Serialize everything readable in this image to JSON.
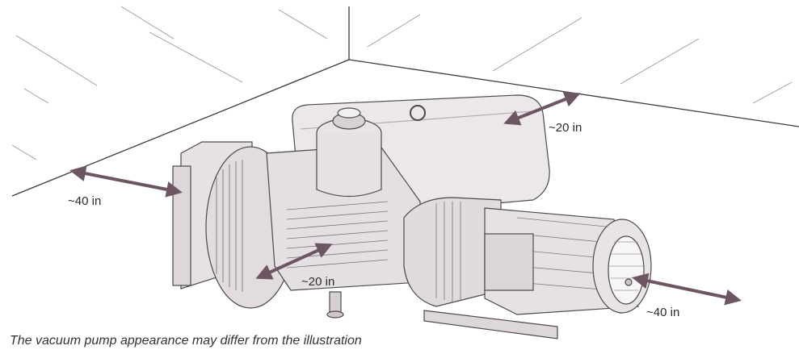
{
  "clearances": {
    "rear": "~20 in",
    "left_side": "~40 in",
    "front": "~20 in",
    "right_side": "~40 in"
  },
  "caption": "The vacuum pump appearance may differ from the illustration",
  "colors": {
    "arrow": "#6e5564",
    "pump_fill": "#e9e4e6",
    "pump_dark": "#cfc6ca",
    "outline": "#4a4a4a",
    "wall_lines": "#8c8c8c"
  },
  "icons": [
    "double-arrow-icon"
  ]
}
